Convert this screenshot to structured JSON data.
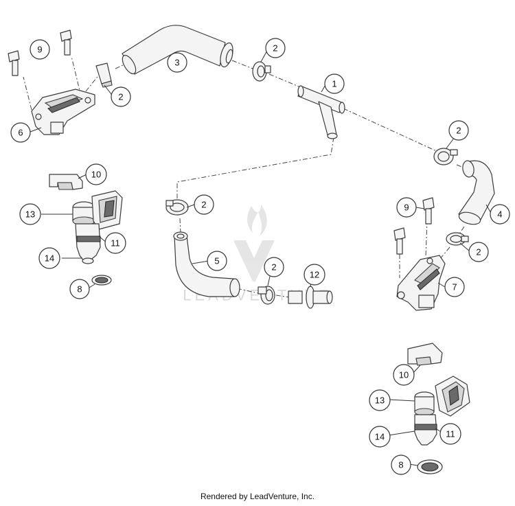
{
  "watermark": {
    "text": "LEADVENTURE"
  },
  "callouts": [
    {
      "id": "c-9a",
      "label": "9"
    },
    {
      "id": "c-2a",
      "label": "2"
    },
    {
      "id": "c-3",
      "label": "3"
    },
    {
      "id": "c-2b",
      "label": "2"
    },
    {
      "id": "c-1",
      "label": "1"
    },
    {
      "id": "c-6",
      "label": "6"
    },
    {
      "id": "c-2c",
      "label": "2"
    },
    {
      "id": "c-10a",
      "label": "10"
    },
    {
      "id": "c-13a",
      "label": "13"
    },
    {
      "id": "c-11a",
      "label": "11"
    },
    {
      "id": "c-14a",
      "label": "14"
    },
    {
      "id": "c-8a",
      "label": "8"
    },
    {
      "id": "c-2d",
      "label": "2"
    },
    {
      "id": "c-5",
      "label": "5"
    },
    {
      "id": "c-2e",
      "label": "2"
    },
    {
      "id": "c-12",
      "label": "12"
    },
    {
      "id": "c-9b",
      "label": "9"
    },
    {
      "id": "c-4",
      "label": "4"
    },
    {
      "id": "c-2f",
      "label": "2"
    },
    {
      "id": "c-7",
      "label": "7"
    },
    {
      "id": "c-10b",
      "label": "10"
    },
    {
      "id": "c-13b",
      "label": "13"
    },
    {
      "id": "c-11b",
      "label": "11"
    },
    {
      "id": "c-14b",
      "label": "14"
    },
    {
      "id": "c-8b",
      "label": "8"
    }
  ],
  "footer": {
    "credit": "Rendered by LeadVenture, Inc."
  }
}
